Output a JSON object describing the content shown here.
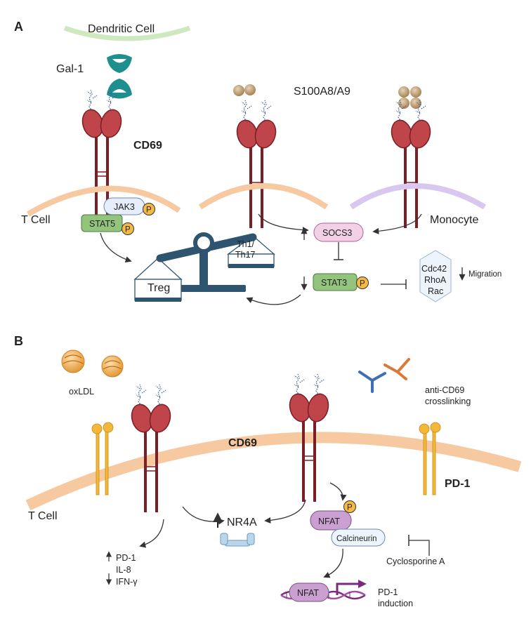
{
  "panel_a": {
    "label": "A",
    "dendritic_cell": "Dendritic Cell",
    "gal1": "Gal-1",
    "cd69": "CD69",
    "s100": "S100A8/A9",
    "t_cell": "T Cell",
    "monocyte": "Monocyte",
    "jak3": "JAK3",
    "stat5": "STAT5",
    "p": "P",
    "socs3": "SOCS3",
    "stat3": "STAT3",
    "treg": "Treg",
    "th1": "Th1/",
    "th17": "Th17",
    "cdc42": "Cdc42",
    "rhoa": "RhoA",
    "rac": "Rac",
    "migration": "Migration"
  },
  "panel_b": {
    "label": "B",
    "oxldl": "oxLDL",
    "anti_cd69_1": "anti-CD69",
    "anti_cd69_2": "crosslinking",
    "cd69": "CD69",
    "pd1": "PD-1",
    "t_cell": "T Cell",
    "nr4a": "NR4A",
    "nfat": "NFAT",
    "p": "P",
    "calcineurin": "Calcineurin",
    "cyclosporine": "Cyclosporine A",
    "pd1_out": "PD-1",
    "il8": "IL-8",
    "ifng": "IFN-γ",
    "pd1_ind1": "PD-1",
    "pd1_ind2": "induction"
  },
  "colors": {
    "receptor": "#c0454a",
    "stem": "#7a1f26",
    "gal1": "#1d8f8f",
    "t_membrane": "#f6c9a0",
    "mono_membrane": "#d9c7f0",
    "dc_membrane": "#cfe8c0",
    "scale": "#2f5470",
    "stat_green": "#93c47d",
    "socs_pink": "#f2d0e6",
    "nfat_purple": "#c9a0cf",
    "p_orange": "#f4b942",
    "pd1_yellow": "#f3b73a",
    "dna": "#7b2a7f"
  }
}
